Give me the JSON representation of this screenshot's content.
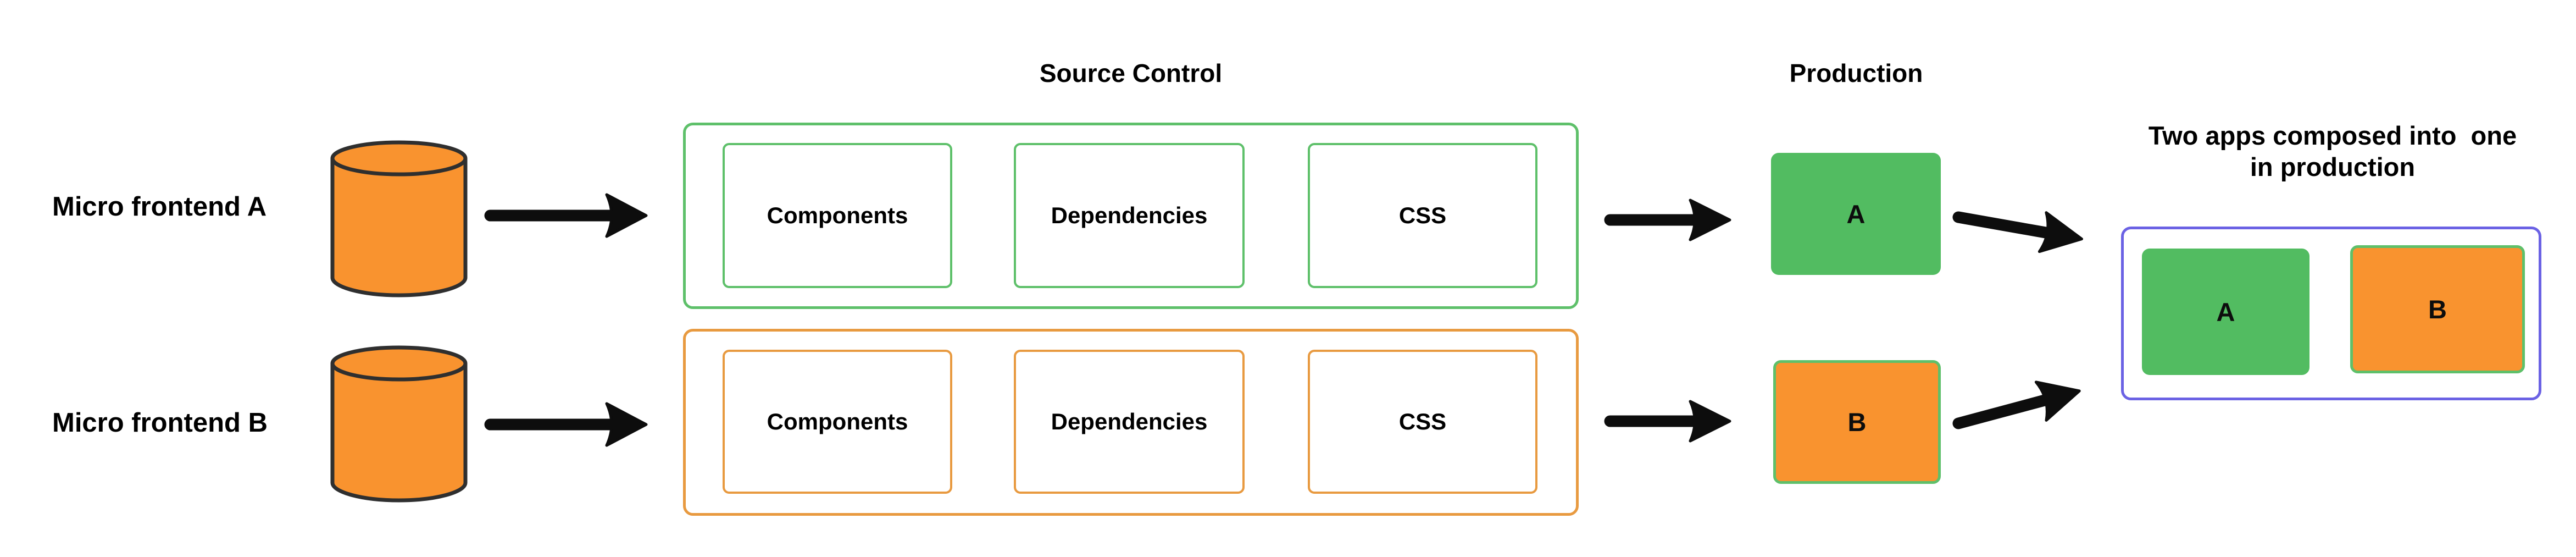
{
  "rows": [
    {
      "label": "Micro frontend A"
    },
    {
      "label": "Micro frontend B"
    }
  ],
  "source_control": {
    "title": "Source Control",
    "repo_a": {
      "boxes": [
        "Components",
        "Dependencies",
        "CSS"
      ]
    },
    "repo_b": {
      "boxes": [
        "Components",
        "Dependencies",
        "CSS"
      ]
    }
  },
  "production": {
    "title": "Production",
    "app_a_label": "A",
    "app_b_label": "B"
  },
  "composed": {
    "caption": "Two apps composed into  one\nin production",
    "app_a_label": "A",
    "app_b_label": "B"
  },
  "colors": {
    "orange_fill": "#F9932F",
    "orange_stroke": "#E89A40",
    "green_fill": "#52BC61",
    "green_stroke": "#5EC06A",
    "purple_stroke": "#6B62E4",
    "cylinder_stroke": "#2F2F2F",
    "arrow_black": "#0D0D0D"
  }
}
